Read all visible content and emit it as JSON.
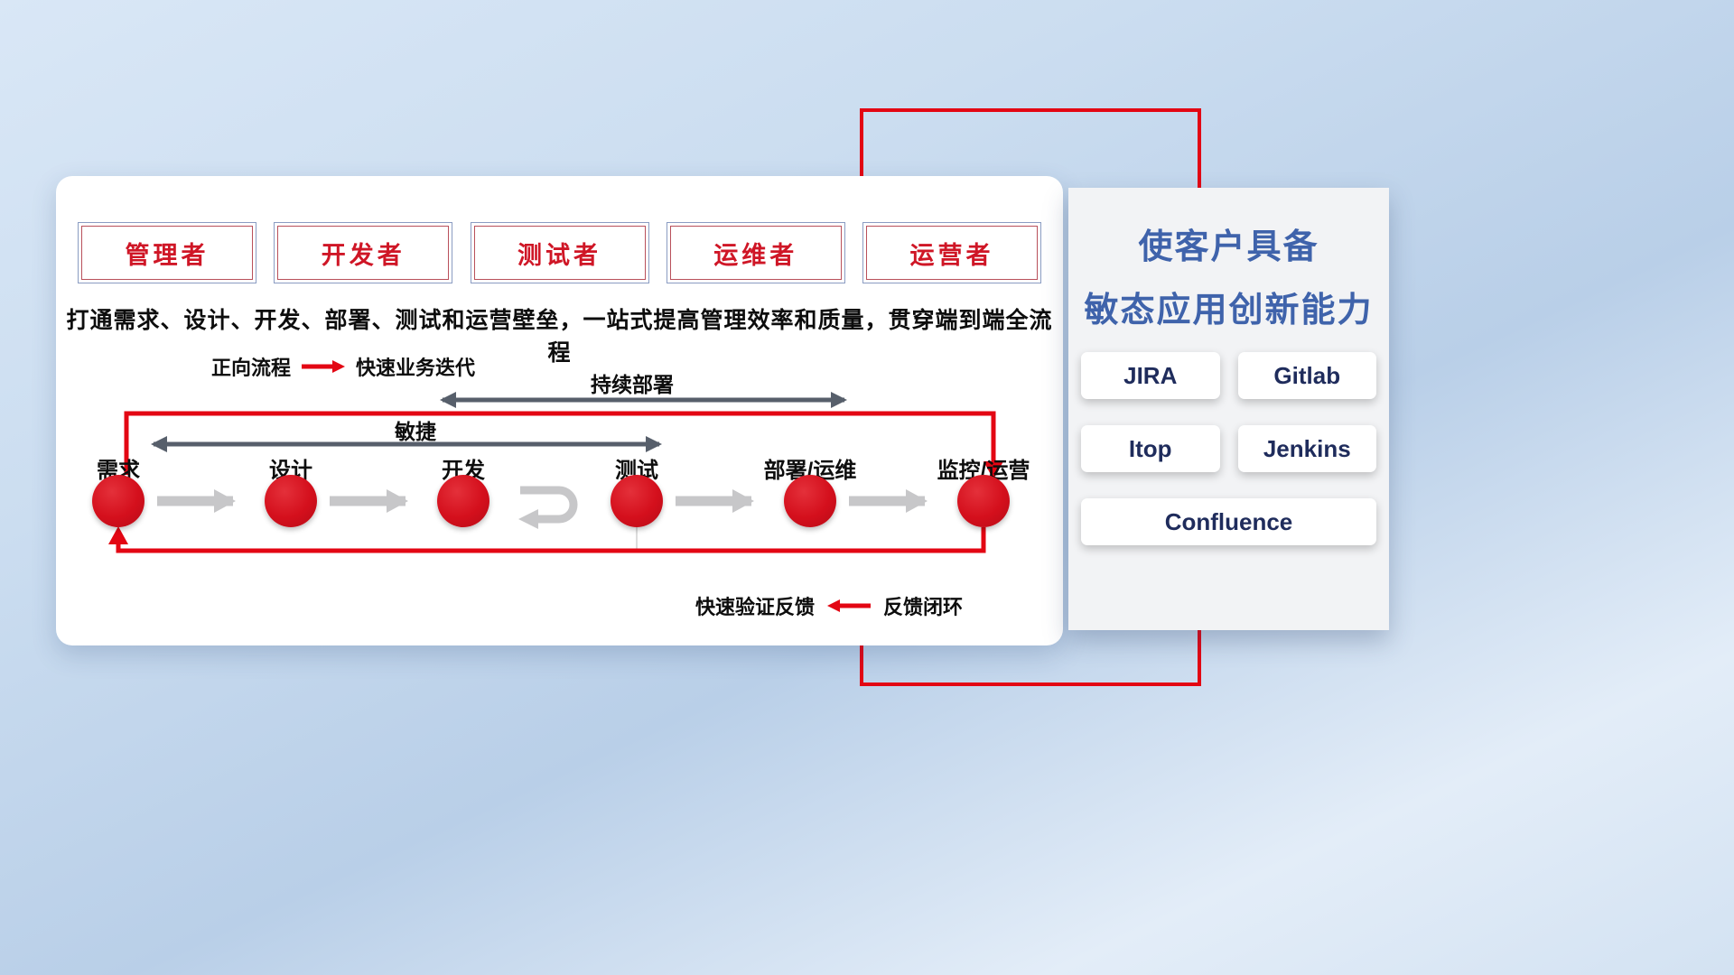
{
  "roles": [
    {
      "label": "管理者"
    },
    {
      "label": "开发者"
    },
    {
      "label": "测试者"
    },
    {
      "label": "运维者"
    },
    {
      "label": "运营者"
    }
  ],
  "description": "打通需求、设计、开发、部署、测试和运营壁垒，一站式提高管理效率和质量，贯穿端到端全流程",
  "legend_forward": {
    "label": "正向流程",
    "value": "快速业务迭代"
  },
  "legend_feedback": {
    "label": "快速验证反馈",
    "value": "反馈闭环"
  },
  "flow": {
    "agile_label": "敏捷",
    "cd_label": "持续部署",
    "stages": [
      {
        "label": "需求"
      },
      {
        "label": "设计"
      },
      {
        "label": "开发"
      },
      {
        "label": "测试"
      },
      {
        "label": "部署/运维"
      },
      {
        "label": "监控/运营"
      }
    ]
  },
  "panel": {
    "title_line1": "使客户具备",
    "title_line2": "敏态应用创新能力",
    "tools": [
      "JIRA",
      "Gitlab",
      "Itop",
      "Jenkins",
      "Confluence"
    ]
  },
  "colors": {
    "accent_red": "#e30613",
    "circle_red": "#d40f1c",
    "title_blue": "#3f63ab",
    "tool_navy": "#1f2c5c",
    "arrow_dark": "#575f6b",
    "arrow_gray": "#c7c7c9"
  }
}
